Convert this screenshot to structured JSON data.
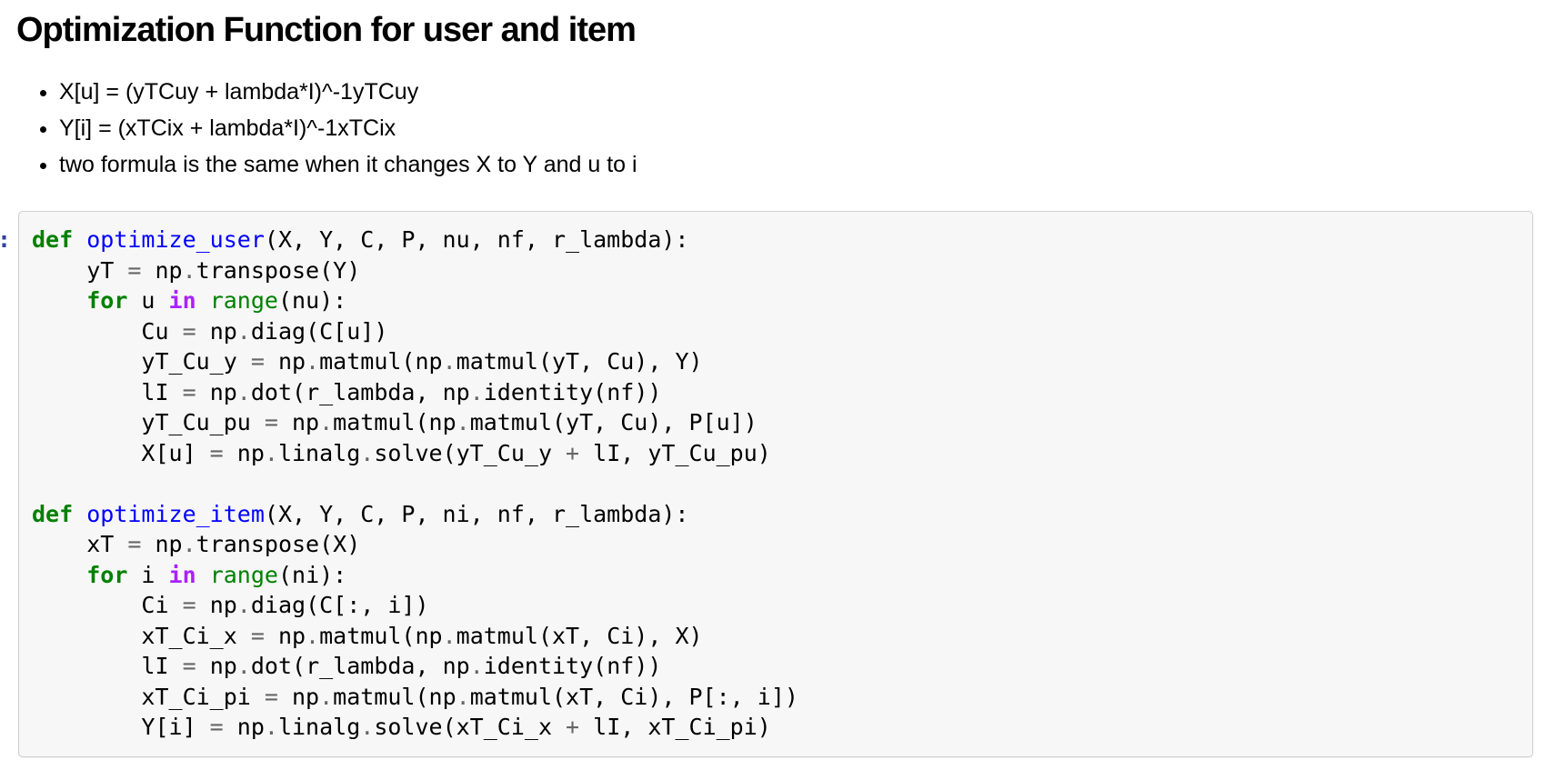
{
  "markdown_cell": {
    "heading": "Optimization Function for user and item",
    "bullets": [
      "X[u] = (yTCuy + lambda*I)^-1yTCuy",
      "Y[i] = (xTCix + lambda*I)^-1xTCix",
      "two formula is the same when it changes X to Y and u to i"
    ]
  },
  "code_cell": {
    "prompt_fragment": ":",
    "background": "#f7f7f7",
    "border_color": "#cfcfcf",
    "lines": [
      [
        [
          "k",
          "def"
        ],
        [
          "x",
          " "
        ],
        [
          "nf",
          "optimize_user"
        ],
        [
          "x",
          "(X, Y, C, P, nu, nf, r_lambda):"
        ]
      ],
      [
        [
          "x",
          "    yT "
        ],
        [
          "o",
          "="
        ],
        [
          "x",
          " np"
        ],
        [
          "o",
          "."
        ],
        [
          "x",
          "transpose(Y)"
        ]
      ],
      [
        [
          "x",
          "    "
        ],
        [
          "k",
          "for"
        ],
        [
          "x",
          " u "
        ],
        [
          "ow",
          "in"
        ],
        [
          "x",
          " "
        ],
        [
          "nb",
          "range"
        ],
        [
          "x",
          "(nu):"
        ]
      ],
      [
        [
          "x",
          "        Cu "
        ],
        [
          "o",
          "="
        ],
        [
          "x",
          " np"
        ],
        [
          "o",
          "."
        ],
        [
          "x",
          "diag(C[u])"
        ]
      ],
      [
        [
          "x",
          "        yT_Cu_y "
        ],
        [
          "o",
          "="
        ],
        [
          "x",
          " np"
        ],
        [
          "o",
          "."
        ],
        [
          "x",
          "matmul(np"
        ],
        [
          "o",
          "."
        ],
        [
          "x",
          "matmul(yT, Cu), Y)"
        ]
      ],
      [
        [
          "x",
          "        lI "
        ],
        [
          "o",
          "="
        ],
        [
          "x",
          " np"
        ],
        [
          "o",
          "."
        ],
        [
          "x",
          "dot(r_lambda, np"
        ],
        [
          "o",
          "."
        ],
        [
          "x",
          "identity(nf))"
        ]
      ],
      [
        [
          "x",
          "        yT_Cu_pu "
        ],
        [
          "o",
          "="
        ],
        [
          "x",
          " np"
        ],
        [
          "o",
          "."
        ],
        [
          "x",
          "matmul(np"
        ],
        [
          "o",
          "."
        ],
        [
          "x",
          "matmul(yT, Cu), P[u])"
        ]
      ],
      [
        [
          "x",
          "        X[u] "
        ],
        [
          "o",
          "="
        ],
        [
          "x",
          " np"
        ],
        [
          "o",
          "."
        ],
        [
          "x",
          "linalg"
        ],
        [
          "o",
          "."
        ],
        [
          "x",
          "solve(yT_Cu_y "
        ],
        [
          "o",
          "+"
        ],
        [
          "x",
          " lI, yT_Cu_pu)"
        ]
      ],
      [
        [
          "x",
          " "
        ]
      ],
      [
        [
          "k",
          "def"
        ],
        [
          "x",
          " "
        ],
        [
          "nf",
          "optimize_item"
        ],
        [
          "x",
          "(X, Y, C, P, ni, nf, r_lambda):"
        ]
      ],
      [
        [
          "x",
          "    xT "
        ],
        [
          "o",
          "="
        ],
        [
          "x",
          " np"
        ],
        [
          "o",
          "."
        ],
        [
          "x",
          "transpose(X)"
        ]
      ],
      [
        [
          "x",
          "    "
        ],
        [
          "k",
          "for"
        ],
        [
          "x",
          " i "
        ],
        [
          "ow",
          "in"
        ],
        [
          "x",
          " "
        ],
        [
          "nb",
          "range"
        ],
        [
          "x",
          "(ni):"
        ]
      ],
      [
        [
          "x",
          "        Ci "
        ],
        [
          "o",
          "="
        ],
        [
          "x",
          " np"
        ],
        [
          "o",
          "."
        ],
        [
          "x",
          "diag(C[:, i])"
        ]
      ],
      [
        [
          "x",
          "        xT_Ci_x "
        ],
        [
          "o",
          "="
        ],
        [
          "x",
          " np"
        ],
        [
          "o",
          "."
        ],
        [
          "x",
          "matmul(np"
        ],
        [
          "o",
          "."
        ],
        [
          "x",
          "matmul(xT, Ci), X)"
        ]
      ],
      [
        [
          "x",
          "        lI "
        ],
        [
          "o",
          "="
        ],
        [
          "x",
          " np"
        ],
        [
          "o",
          "."
        ],
        [
          "x",
          "dot(r_lambda, np"
        ],
        [
          "o",
          "."
        ],
        [
          "x",
          "identity(nf))"
        ]
      ],
      [
        [
          "x",
          "        xT_Ci_pi "
        ],
        [
          "o",
          "="
        ],
        [
          "x",
          " np"
        ],
        [
          "o",
          "."
        ],
        [
          "x",
          "matmul(np"
        ],
        [
          "o",
          "."
        ],
        [
          "x",
          "matmul(xT, Ci), P[:, i])"
        ]
      ],
      [
        [
          "x",
          "        Y[i] "
        ],
        [
          "o",
          "="
        ],
        [
          "x",
          " np"
        ],
        [
          "o",
          "."
        ],
        [
          "x",
          "linalg"
        ],
        [
          "o",
          "."
        ],
        [
          "x",
          "solve(xT_Ci_x "
        ],
        [
          "o",
          "+"
        ],
        [
          "x",
          " lI, xT_Ci_pi)"
        ]
      ]
    ]
  },
  "syntax_colors": {
    "keyword": "#008000",
    "function": "#0000FF",
    "operator_word": "#AA22FF",
    "builtin": "#008000",
    "operator": "#666666",
    "text": "#000000",
    "prompt": "#303F9F"
  }
}
